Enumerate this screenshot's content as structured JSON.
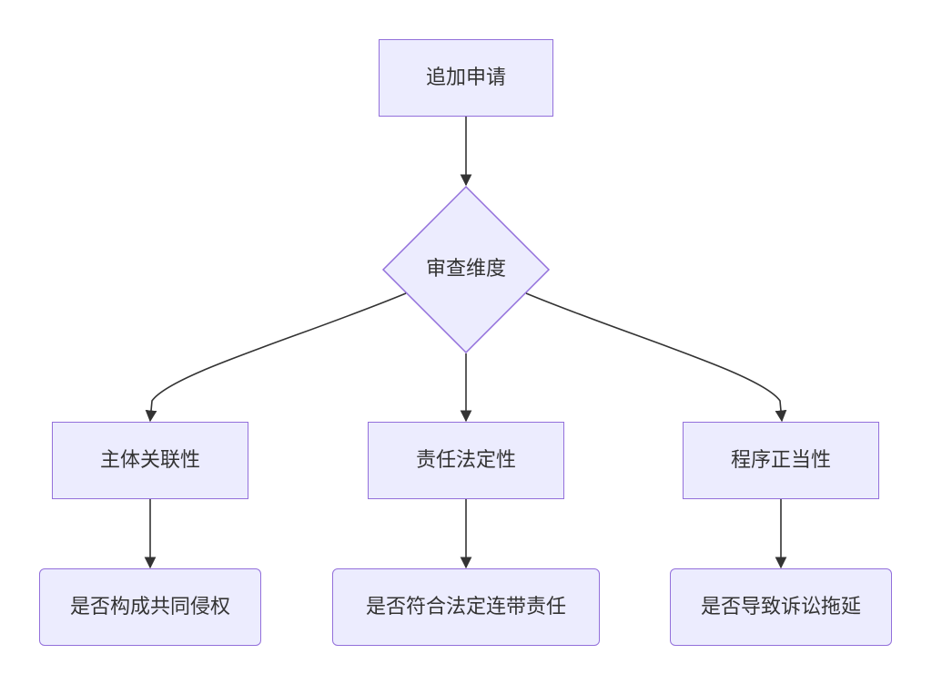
{
  "diagram": {
    "nodes": {
      "append_request": "追加申请",
      "review_dimensions": "审查维度",
      "subject_relevance": "主体关联性",
      "liability_legality": "责任法定性",
      "procedural_legitimacy": "程序正当性",
      "joint_infringement_q": "是否构成共同侵权",
      "joint_liability_q": "是否符合法定连带责任",
      "delay_litigation_q": "是否导致诉讼拖延"
    },
    "colors": {
      "node_fill": "#ececfe",
      "node_stroke": "#9370db",
      "edge": "#333333",
      "text": "#333333"
    }
  }
}
